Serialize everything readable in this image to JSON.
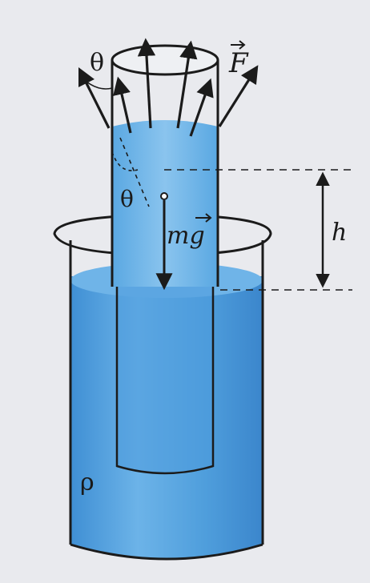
{
  "labels": {
    "theta_top": "θ",
    "theta_inner": "θ",
    "force": "F",
    "weight": "mg",
    "height": "h",
    "density": "ρ"
  },
  "colors": {
    "liquid": "#5aa7e0",
    "liquid_dark": "#3d8fd3",
    "liquid_light": "#8cc5ee",
    "outline": "#1b1b1b",
    "background": "#e9eaee"
  }
}
